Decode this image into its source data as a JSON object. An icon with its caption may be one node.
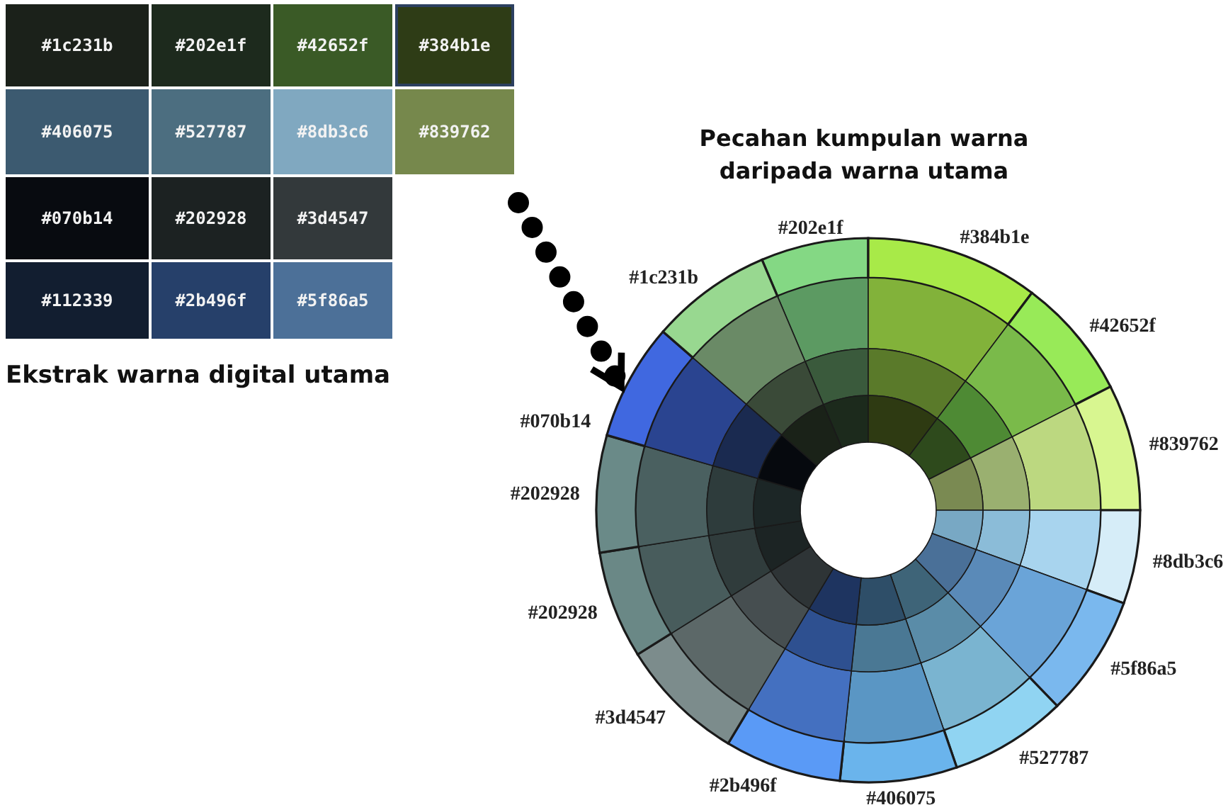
{
  "diagram": {
    "nodes": [
      {
        "text": [
          "Ekstrak warna digital utama"
        ]
      },
      {
        "text": [
          "#1c231b"
        ],
        "in": 0
      },
      {
        "text": [
          "#202e1f"
        ],
        "in": 0
      },
      {
        "text": [
          "#42652f"
        ],
        "in": 0
      },
      {
        "text": [
          "#384b1e"
        ],
        "in": 0
      },
      {
        "text": [
          "#406075"
        ],
        "in": 0
      },
      {
        "text": [
          "#527787"
        ],
        "in": 0
      },
      {
        "text": [
          "#8db3c6"
        ],
        "in": 0
      },
      {
        "text": [
          "#839762"
        ],
        "in": 0
      },
      {
        "text": [
          "#070b14"
        ],
        "in": 0
      },
      {
        "text": [
          "#202928"
        ],
        "in": 0
      },
      {
        "text": [
          "#3d4547"
        ],
        "in": 0
      },
      {
        "text": [
          "#112339"
        ],
        "in": 0
      },
      {
        "text": [
          "#2b496f"
        ],
        "in": 0
      },
      {
        "text": [
          "#5f86a5"
        ],
        "in": 0
      },
      {
        "text": [
          "Pecahan kumpulan warna daripada warna utama"
        ]
      },
      {
        "text": [
          "#202e1f"
        ],
        "in": 15
      },
      {
        "text": [
          "#384b1e"
        ],
        "in": 15
      },
      {
        "text": [
          "#42652f"
        ],
        "in": 15
      },
      {
        "text": [
          "#839762"
        ],
        "in": 15
      },
      {
        "text": [
          "#8db3c6"
        ],
        "in": 15
      },
      {
        "text": [
          "#5f86a5"
        ],
        "in": 15
      },
      {
        "text": [
          "#527787"
        ],
        "in": 15
      },
      {
        "text": [
          "#406075"
        ],
        "in": 15
      },
      {
        "text": [
          "#2b496f"
        ],
        "in": 15
      },
      {
        "text": [
          "#3d4547"
        ],
        "in": 15
      },
      {
        "text": [
          "#202928"
        ],
        "in": 15
      },
      {
        "text": [
          "#202928"
        ],
        "in": 15
      },
      {
        "text": [
          "#070b14"
        ],
        "in": 15
      },
      {
        "text": [
          "#1c231b"
        ],
        "in": 15
      }
    ],
    "edges": [
      {
        "from": 0,
        "to": 28,
        "arrow": "to",
        "style": "dashed"
      }
    ]
  }
}
